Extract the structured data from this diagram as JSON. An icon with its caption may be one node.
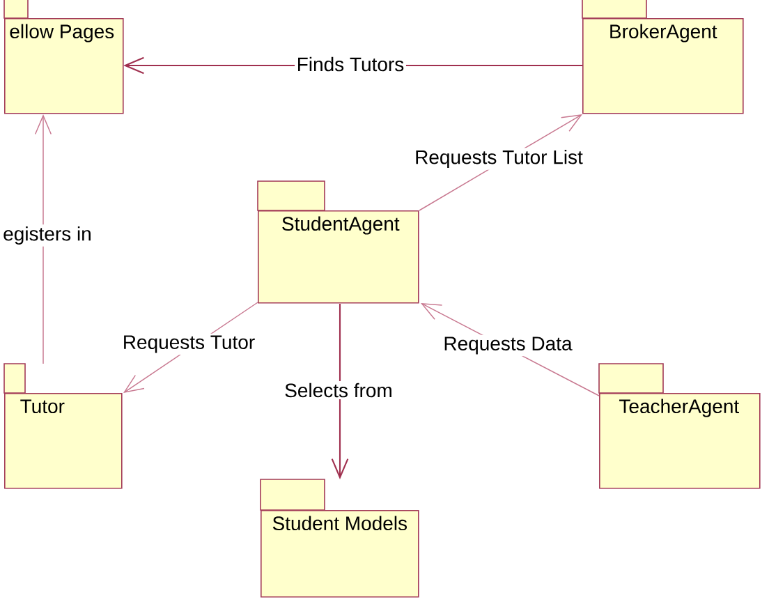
{
  "diagram": {
    "nodes": [
      {
        "text": [
          "ellow Pages"
        ]
      },
      {
        "text": [
          "BrokerAgent"
        ]
      },
      {
        "text": [
          "StudentAgent"
        ]
      },
      {
        "text": [
          "Tutor"
        ]
      },
      {
        "text": [
          "TeacherAgent"
        ]
      },
      {
        "text": [
          "Student Models"
        ]
      }
    ],
    "edges": [
      {
        "from": 1,
        "to": 0,
        "arrow": "to",
        "label": "Finds Tutors",
        "color": "#a0304f"
      },
      {
        "from": 3,
        "to": 0,
        "arrow": "to",
        "label": "egisters in"
      },
      {
        "from": 2,
        "to": 1,
        "arrow": "to",
        "label": "Requests Tutor List"
      },
      {
        "from": 2,
        "to": 3,
        "arrow": "to",
        "label": "Requests Tutor"
      },
      {
        "from": 2,
        "to": 5,
        "arrow": "to",
        "label": "Selects from",
        "color": "#a0304f"
      },
      {
        "from": 4,
        "to": 2,
        "arrow": "to",
        "label": "Requests Data"
      }
    ]
  }
}
